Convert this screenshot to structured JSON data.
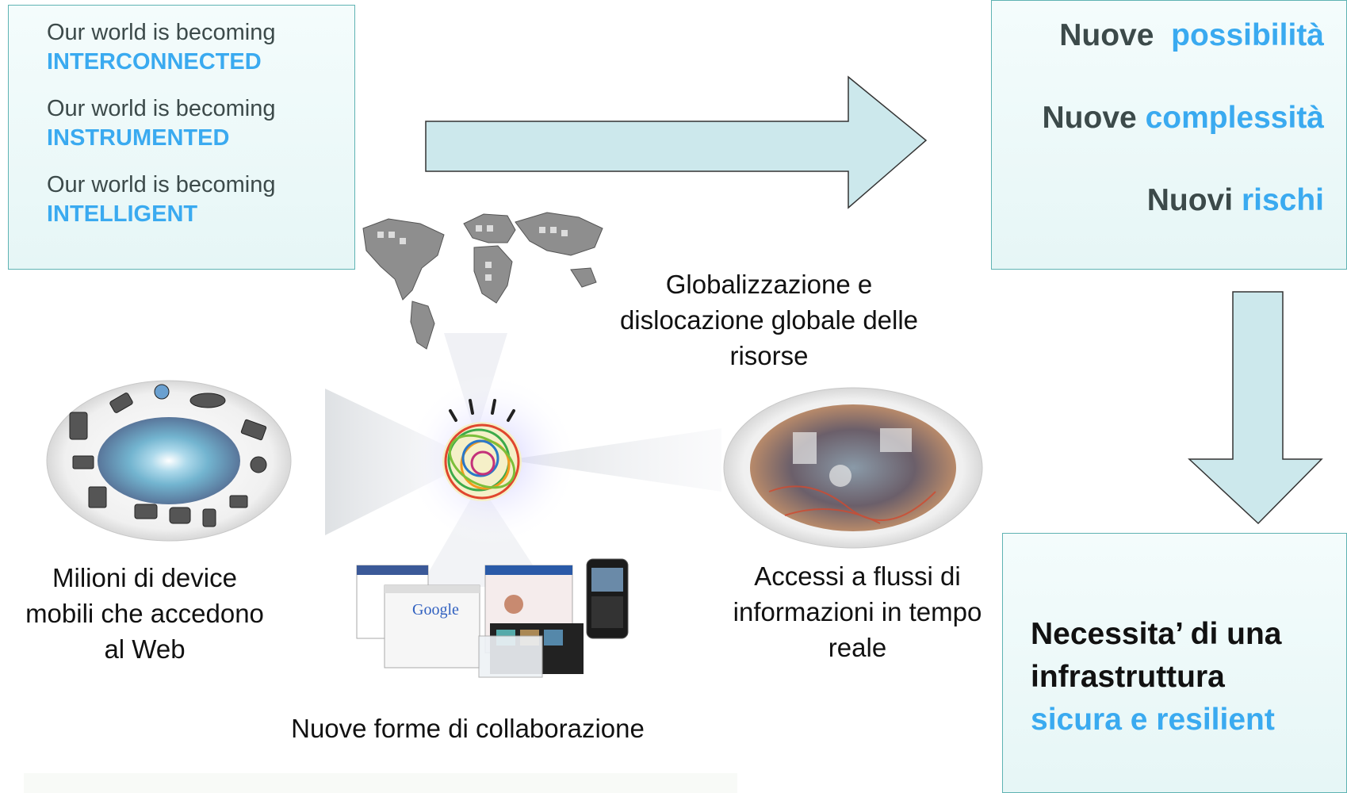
{
  "world_box": {
    "statements": [
      {
        "prefix": "Our world is becoming",
        "keyword": "INTERCONNECTED"
      },
      {
        "prefix": "Our world is becoming",
        "keyword": "INSTRUMENTED"
      },
      {
        "prefix": "Our world is becoming",
        "keyword": "INTELLIGENT"
      }
    ]
  },
  "outcome_box": {
    "lines": [
      {
        "lead": "Nuove",
        "accent": "possibilità"
      },
      {
        "lead": "Nuove",
        "accent": "complessità"
      },
      {
        "lead": "Nuovi",
        "accent": "rischi"
      }
    ]
  },
  "need_box": {
    "line1": "Necessita’ di una",
    "line2": "infrastruttura",
    "accent": "sicura e resilient"
  },
  "captions": {
    "globalization": [
      "Globalizzazione e",
      "dislocazione globale delle",
      "risorse"
    ],
    "devices": [
      "Milioni di device",
      "mobili che accedono",
      "al Web"
    ],
    "realtime": [
      "Accessi a flussi di",
      "informazioni in tempo",
      "reale"
    ],
    "collaboration": "Nuove forme di collaborazione"
  },
  "colors": {
    "accent": "#3aaaf0",
    "box_border": "#5fb3b3",
    "box_fill": "#e6f6f6",
    "arrow_fill": "#cce8ec"
  },
  "images": [
    "world-map-buildings-image",
    "mobile-devices-ellipse-image",
    "smarter-planet-logo",
    "realtime-information-ellipse-image",
    "social-web-collage-image"
  ]
}
